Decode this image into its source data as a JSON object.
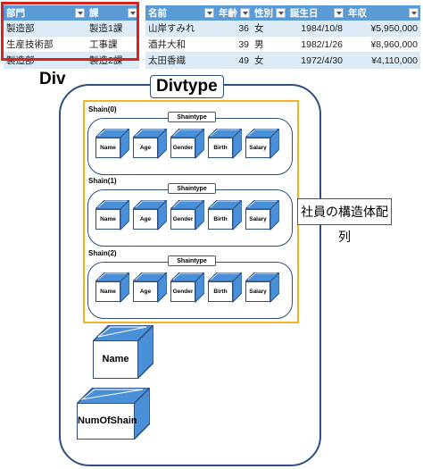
{
  "table_left": {
    "headers": [
      "部門",
      "課"
    ],
    "rows": [
      [
        "製造部",
        "製造1課"
      ],
      [
        "生産技術部",
        "工事課"
      ],
      [
        "製造部",
        "製造2課"
      ]
    ]
  },
  "table_right": {
    "headers": [
      "名前",
      "年齢",
      "性別",
      "誕生日",
      "年収"
    ],
    "rows": [
      [
        "山岸すみれ",
        "36",
        "女",
        "1984/10/8",
        "¥5,950,000"
      ],
      [
        "酒井大和",
        "39",
        "男",
        "1982/1/26",
        "¥8,960,000"
      ],
      [
        "太田香織",
        "49",
        "女",
        "1972/4/30",
        "¥4,110,000"
      ]
    ]
  },
  "diagram": {
    "div_label": "Div",
    "divtype_label": "Divtype",
    "shain_groups": [
      {
        "title": "Shain(0)",
        "type_label": "Shaintype"
      },
      {
        "title": "Shain(1)",
        "type_label": "Shaintype"
      },
      {
        "title": "Shain(2)",
        "type_label": "Shaintype"
      }
    ],
    "fields": [
      "Name",
      "Age",
      "Gender",
      "Birth",
      "Salary"
    ],
    "callout_text": "社員の構造体配列",
    "name_label": "Name",
    "num_label": "NumOfShain"
  },
  "colors": {
    "table_header": "#5b9bd5",
    "table_band": "#ddebf7",
    "highlight": "#d9221c",
    "frame": "#2f4f7f",
    "array_frame": "#f5b324",
    "cube_face": "#4a90d9"
  }
}
